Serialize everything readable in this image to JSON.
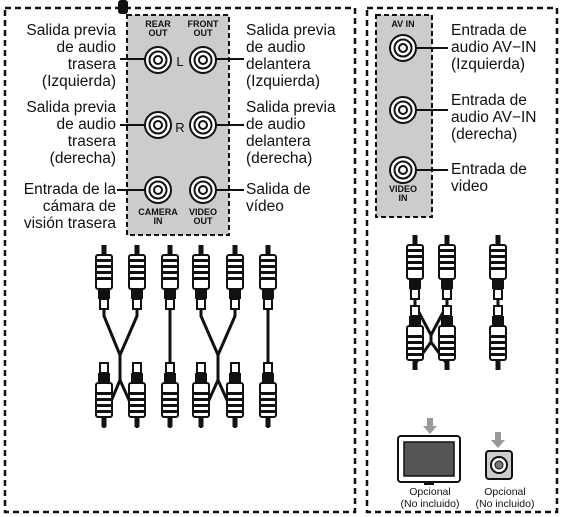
{
  "left_panel": {
    "labels": {
      "rear_out_left": [
        "Salida previa",
        "de audio",
        "trasera",
        "(Izquierda)"
      ],
      "rear_out_right": [
        "Salida previa",
        "de audio",
        "trasera",
        "(derecha)"
      ],
      "camera_in": [
        "Entrada de la",
        "cámara de",
        "visión trasera"
      ],
      "front_out_left": [
        "Salida previa",
        "de audio",
        "delantera",
        "(Izquierda)"
      ],
      "front_out_right": [
        "Salida previa",
        "de audio",
        "delantera",
        "(derecha)"
      ],
      "video_out": [
        "Salida de",
        "vídeo"
      ]
    },
    "jack_panel": {
      "rear_out": [
        "REAR",
        "OUT"
      ],
      "front_out": [
        "FRONT",
        "OUT"
      ],
      "l": "L",
      "r": "R",
      "camera_in": [
        "CAMERA",
        "IN"
      ],
      "video_out": [
        "VIDEO",
        "OUT"
      ]
    }
  },
  "right_panel": {
    "labels": {
      "av_in_left": [
        "Entrada de",
        "audio AV−IN",
        "(Izquierda)"
      ],
      "av_in_right": [
        "Entrada de",
        "audio AV−IN",
        "(derecha)"
      ],
      "video_in": [
        "Entrada de",
        "video"
      ]
    },
    "jack_panel": {
      "av_in": "AV IN",
      "video_in": [
        "VIDEO",
        "IN"
      ]
    },
    "optional": [
      [
        "Opcional",
        "(No incluido)"
      ],
      [
        "Opcional",
        "(No incluido)"
      ]
    ]
  }
}
